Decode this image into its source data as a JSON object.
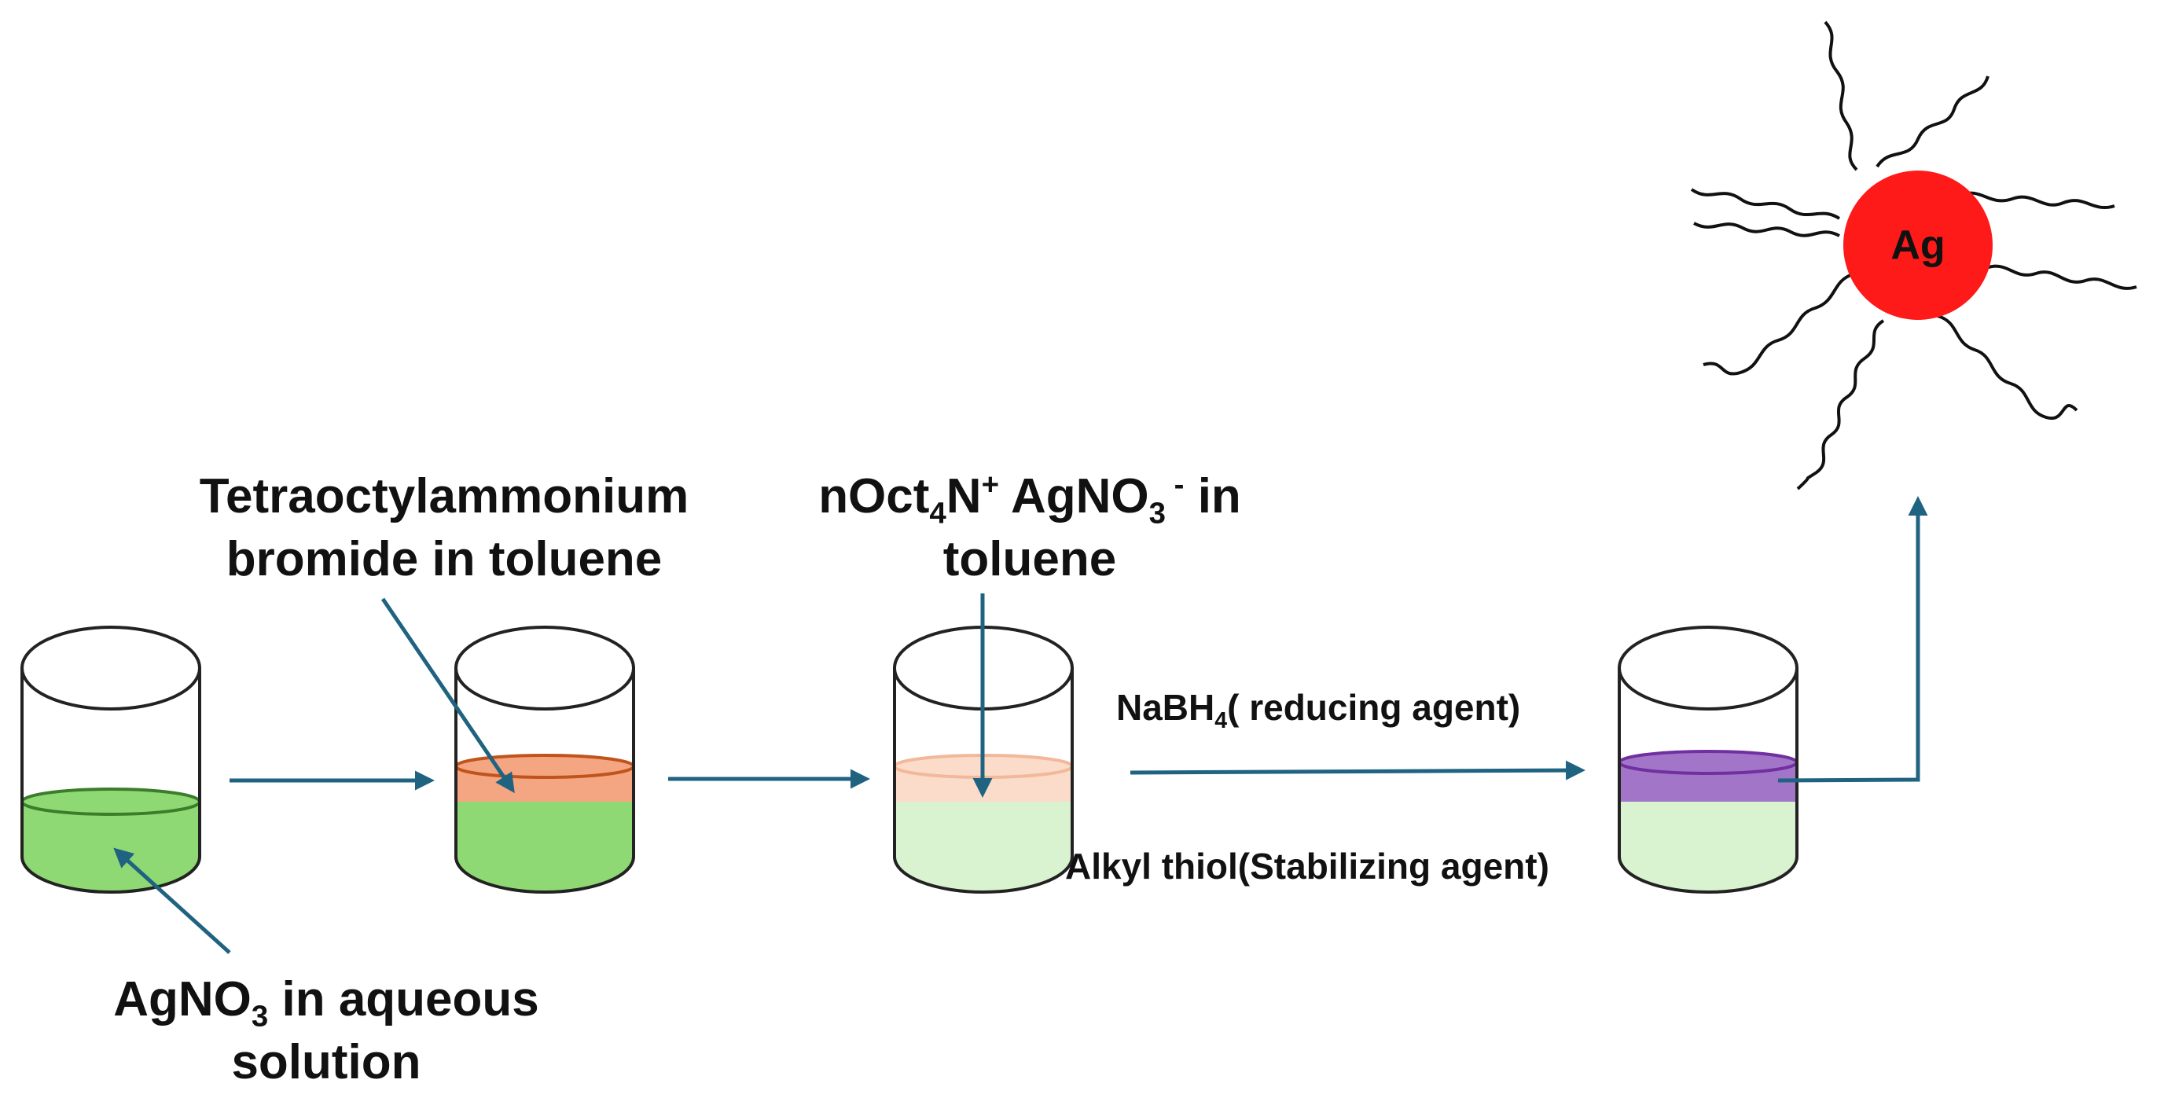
{
  "labels": {
    "agno3": {
      "pre": "AgNO",
      "sub": "3",
      "post": " in aqueous",
      "line2": "solution"
    },
    "toab": {
      "line1": "Tetraoctylammonium",
      "line2": "bromide in toluene"
    },
    "complex": {
      "pre": "nOct",
      "sub1": "4",
      "mid": "N",
      "sup1": "+",
      "mid2": " AgNO",
      "sub2": "3",
      "sup2": " -",
      "post": " in",
      "line2": "toluene"
    },
    "nabh4": {
      "pre": "NaBH",
      "sub": "4",
      "post": "( reducing agent)"
    },
    "thiol": "Alkyl thiol(Stabilizing agent)",
    "particle": "Ag"
  },
  "colors": {
    "aqueous_green": "#8ed973",
    "orange_layer": "#f4a582",
    "pale_orange_layer": "#fbdccb",
    "pale_green": "#d9f2d0",
    "purple_layer": "#a275c9",
    "arrow": "#1f6381",
    "particle_red": "#ff1a1a"
  }
}
